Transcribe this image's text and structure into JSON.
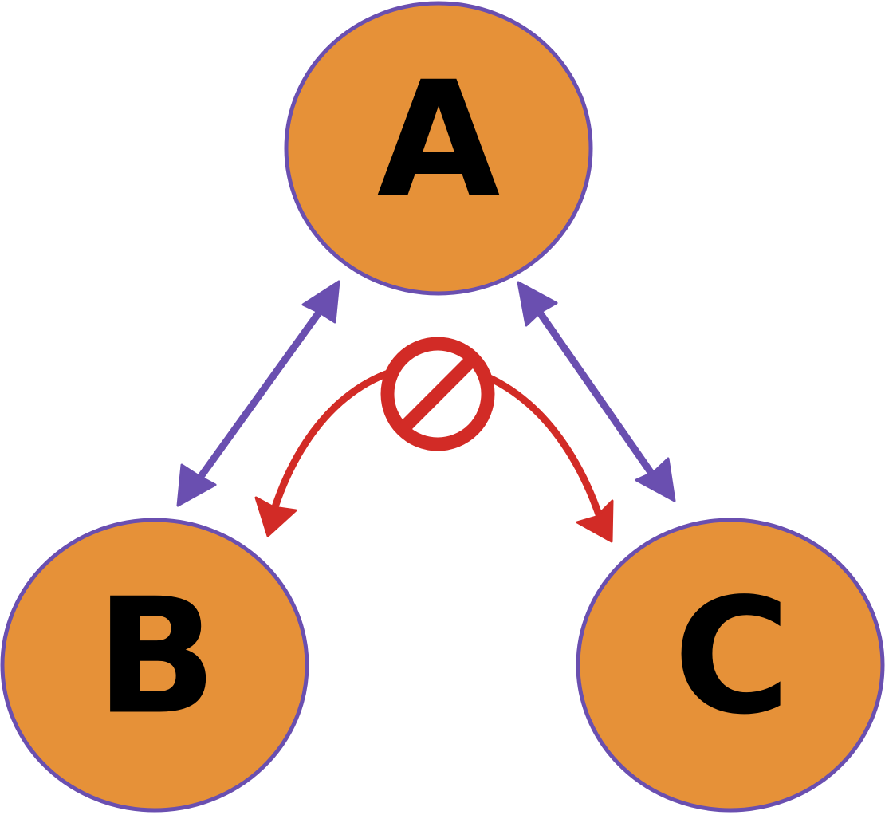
{
  "colors": {
    "node_fill": "#E69138",
    "node_stroke": "#6A4FB0",
    "allowed_edge": "#6A4FB0",
    "blocked_edge": "#D22B26",
    "prohibited_icon": "#D22B26"
  },
  "nodes": {
    "a": {
      "label": "A"
    },
    "b": {
      "label": "B"
    },
    "c": {
      "label": "C"
    }
  },
  "edges": [
    {
      "from": "A",
      "to": "B",
      "direction": "bidirectional",
      "status": "allowed"
    },
    {
      "from": "A",
      "to": "C",
      "direction": "bidirectional",
      "status": "allowed"
    },
    {
      "from": "B",
      "to": "C",
      "direction": "bidirectional",
      "status": "blocked"
    }
  ],
  "icons": {
    "blocked_marker": "prohibited-icon"
  }
}
